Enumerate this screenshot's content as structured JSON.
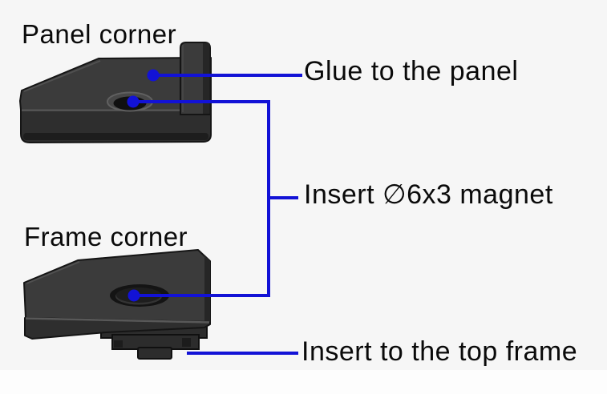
{
  "figure": {
    "panel": {
      "title": "Panel corner"
    },
    "frame": {
      "title": "Frame corner"
    },
    "annotations": {
      "glue": "Glue to the panel",
      "magnet": "Insert ∅6x3 magnet",
      "top_frame": "Insert to the top frame"
    },
    "colors": {
      "annotation": "#1212d6",
      "part_top_face": "#3b3b3b",
      "part_front_band": "#2e2e2e",
      "part_dark_edge": "#1d1d1d",
      "outline": "#151515",
      "background": "#f6f6f6"
    }
  }
}
